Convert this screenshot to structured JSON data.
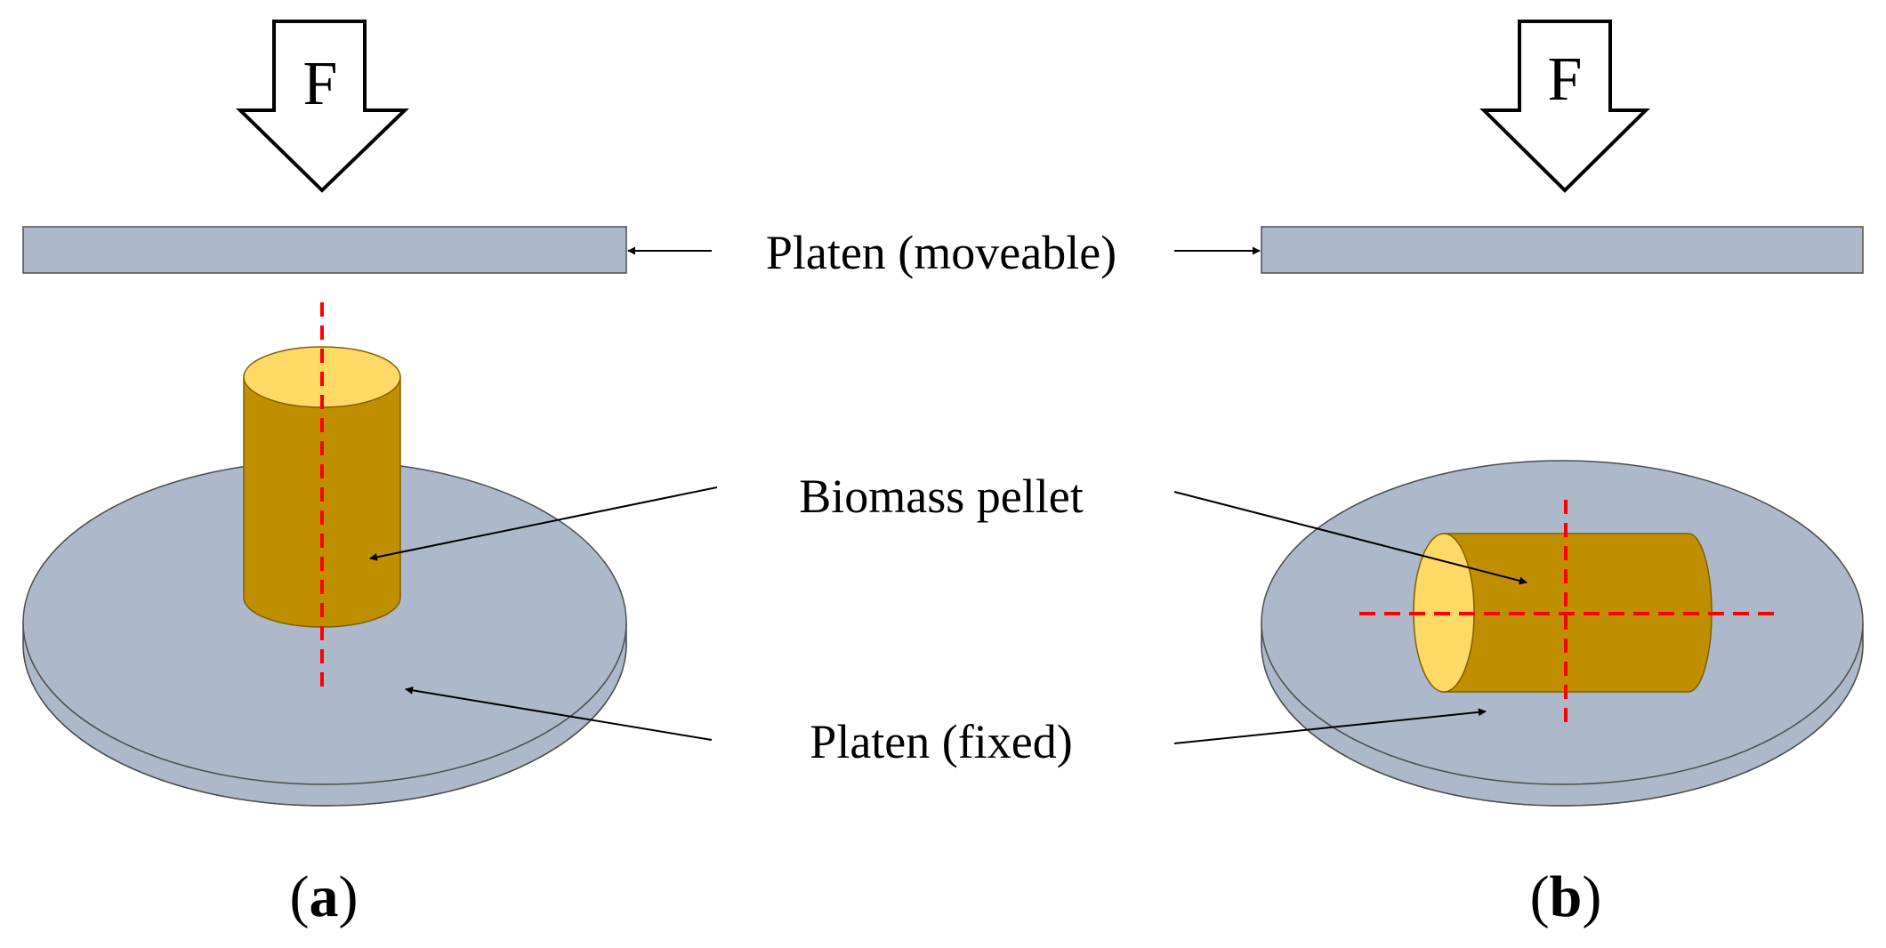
{
  "force_label": "F",
  "labels": {
    "platen_moveable": "Platen (moveable)",
    "biomass_pellet": "Biomass pellet",
    "platen_fixed": "Platen (fixed)"
  },
  "panels": {
    "a": {
      "letter": "a"
    },
    "b": {
      "letter": "b"
    }
  },
  "colors": {
    "platen": "#adb9ca",
    "pellet_body": "#bf8f00",
    "pellet_face": "#ffd966",
    "axis_line": "#ff0000"
  }
}
